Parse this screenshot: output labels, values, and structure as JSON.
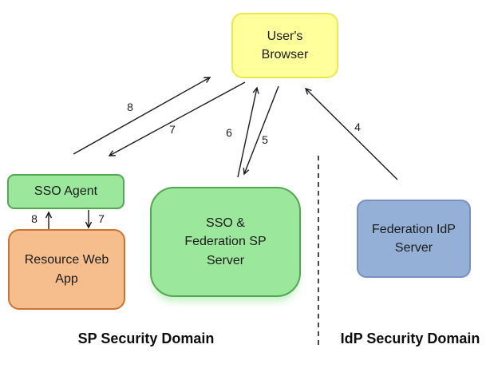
{
  "diagram": {
    "nodes": {
      "browser": {
        "label": "User's\nBrowser",
        "fill": "#FFFF9C",
        "border": "#EDE74E"
      },
      "sso_agent": {
        "label": "SSO Agent",
        "fill": "#9BE79B",
        "border": "#53A653"
      },
      "resource_web_app": {
        "label": "Resource Web\nApp",
        "fill": "#F6BE8C",
        "border": "#CE7231"
      },
      "sp_server": {
        "label": "SSO &\nFederation SP\nServer",
        "fill": "#9BE79B",
        "border": "#53A653"
      },
      "idp_server": {
        "label": "Federation IdP\nServer",
        "fill": "#94B0D7",
        "border": "#7791BF"
      }
    },
    "arrow_labels": {
      "a4": "4",
      "a5": "5",
      "a6": "6",
      "a7": "7",
      "a8": "8",
      "v8": "8",
      "v7": "7"
    },
    "domains": {
      "sp": "SP Security Domain",
      "idp": "IdP Security Domain"
    },
    "colors": {
      "background": "#FFFFFF",
      "connector": "#1A1A1A",
      "text": "#111111"
    }
  }
}
